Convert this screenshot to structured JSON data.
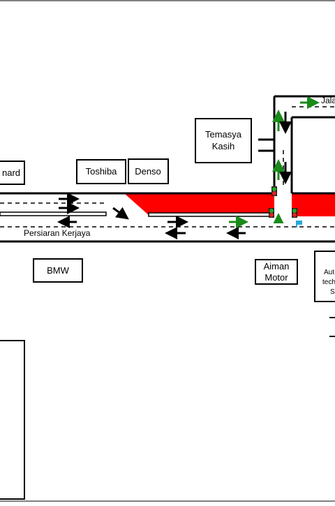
{
  "buildings": {
    "pioneer_partial": "nard",
    "toshiba": "Toshiba",
    "denso": "Denso",
    "temasya_line1": "Temasya",
    "temasya_line2": "Kasih",
    "bmw": "BMW",
    "aiman_line1": "Aiman",
    "aiman_line2": "Motor",
    "autotech_line1": "Aut",
    "autotech_line2": "tech",
    "autotech_line3": "S"
  },
  "roads": {
    "main_road": "Persiaran Kerjaya",
    "north_road_partial": "Jala"
  },
  "colors": {
    "congestion": "#ff0000",
    "green_arrow": "#1a8a1a",
    "signal_red": "#e02020",
    "signal_green": "#22aa22",
    "flag": "#29a8e0",
    "ink": "#000000"
  }
}
